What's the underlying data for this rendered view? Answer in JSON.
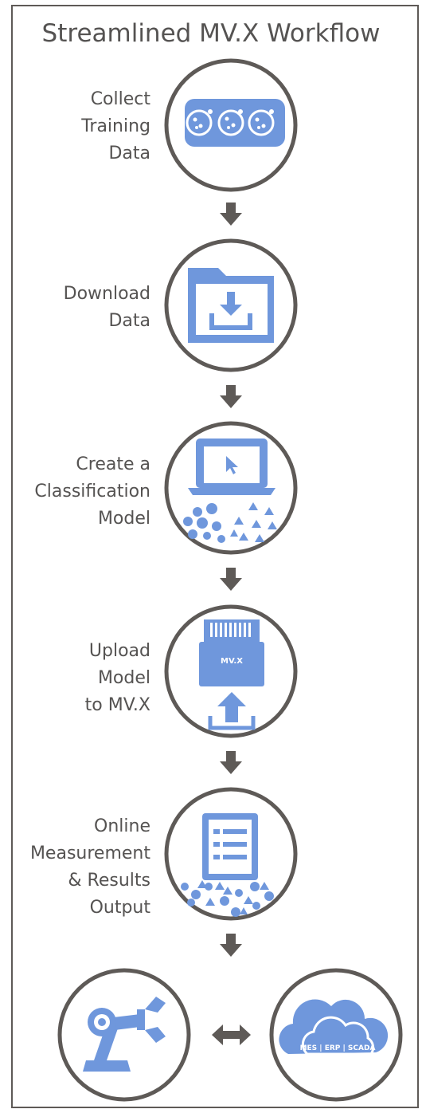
{
  "title": "Streamlined MV.X Workflow",
  "steps": [
    {
      "lines": [
        "Collect",
        "Training",
        "Data"
      ]
    },
    {
      "lines": [
        "Download",
        "Data"
      ]
    },
    {
      "lines": [
        "Create a",
        "Classification",
        "Model"
      ]
    },
    {
      "lines": [
        "Upload",
        "Model",
        "to MV.X"
      ]
    },
    {
      "lines": [
        "Online",
        "Measurement",
        "& Results",
        "Output"
      ]
    }
  ],
  "device_label": "MV.X",
  "cloud_label": "MES | ERP | SCADA",
  "icons": [
    "petri-dishes-icon",
    "download-folder-icon",
    "laptop-classification-icon",
    "upload-module-icon",
    "results-list-icon",
    "robot-arm-icon",
    "cloud-icon",
    "bidirectional-arrow-icon"
  ],
  "colors": {
    "accent": "#6f97dc",
    "ring": "#5e5a57",
    "text": "#555352",
    "arrow": "#5e5a57"
  }
}
